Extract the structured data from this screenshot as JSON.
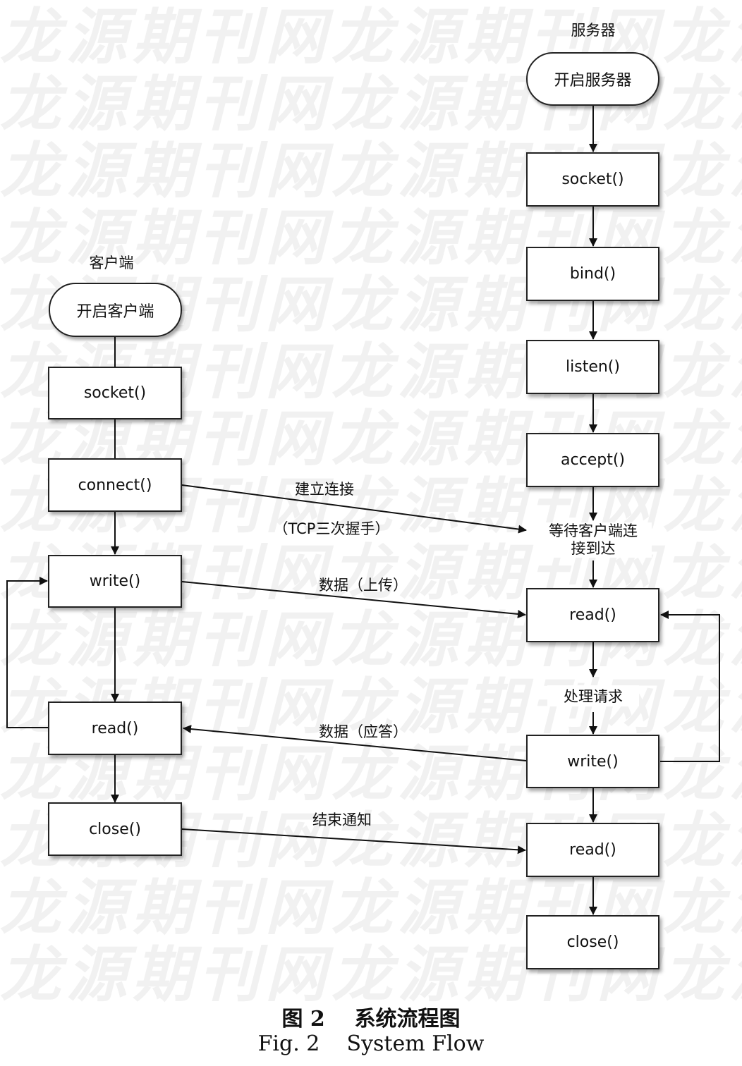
{
  "watermark": {
    "text": "龙源期刊网龙源期刊网龙源期刊网"
  },
  "client": {
    "header": "客户端",
    "start": "开启客户端",
    "socket": "socket()",
    "connect": "connect()",
    "write": "write()",
    "read": "read()",
    "close": "close()"
  },
  "server": {
    "header": "服务器",
    "start": "开启服务器",
    "socket": "socket()",
    "bind": "bind()",
    "listen": "listen()",
    "accept": "accept()",
    "wait": "等待客户端连\n接到达",
    "read1": "read()",
    "process": "处理请求",
    "write": "write()",
    "read2": "read()",
    "close": "close()"
  },
  "messages": {
    "connect": "建立连接",
    "handshake": "（TCP三次握手）",
    "upload": "数据（上传）",
    "response": "数据（应答）",
    "close_notify": "结束通知"
  },
  "caption": {
    "cn": "图 2    系统流程图",
    "en": "Fig. 2    System Flow"
  }
}
